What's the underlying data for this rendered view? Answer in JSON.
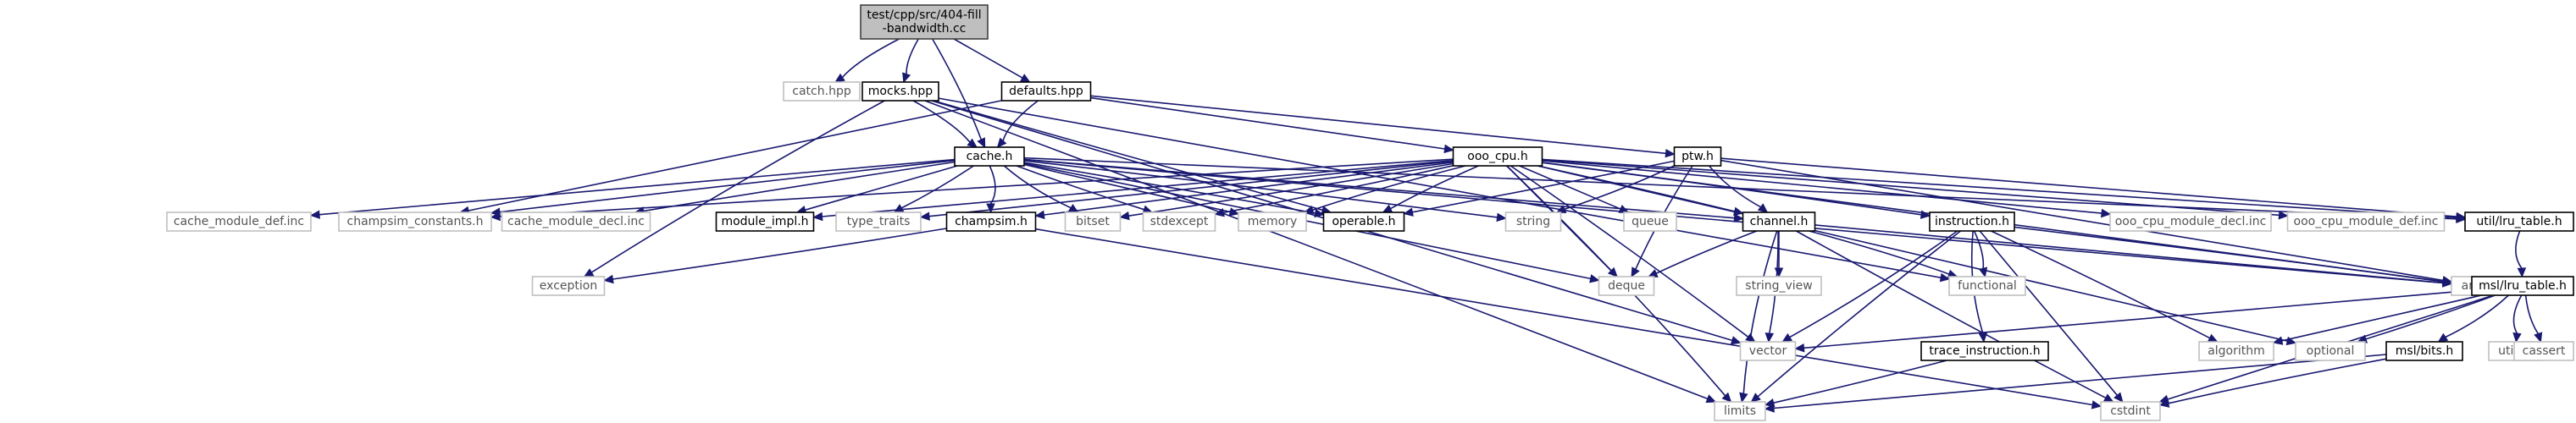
{
  "graph": {
    "nodes": [
      {
        "id": "root",
        "label": [
          "test/cpp/src/404-fill",
          "-bandwidth.cc"
        ],
        "kind": "root"
      },
      {
        "id": "catch",
        "label": [
          "catch.hpp"
        ],
        "kind": "ext"
      },
      {
        "id": "mocks",
        "label": [
          "mocks.hpp"
        ],
        "kind": "linked"
      },
      {
        "id": "defaults",
        "label": [
          "defaults.hpp"
        ],
        "kind": "linked"
      },
      {
        "id": "cache",
        "label": [
          "cache.h"
        ],
        "kind": "linked"
      },
      {
        "id": "ooo",
        "label": [
          "ooo_cpu.h"
        ],
        "kind": "linked"
      },
      {
        "id": "ptw",
        "label": [
          "ptw.h"
        ],
        "kind": "linked"
      },
      {
        "id": "cache_def",
        "label": [
          "cache_module_def.inc"
        ],
        "kind": "ext"
      },
      {
        "id": "champsim_const",
        "label": [
          "champsim_constants.h"
        ],
        "kind": "ext"
      },
      {
        "id": "cache_decl",
        "label": [
          "cache_module_decl.inc"
        ],
        "kind": "ext"
      },
      {
        "id": "module_impl",
        "label": [
          "module_impl.h"
        ],
        "kind": "linked"
      },
      {
        "id": "type_traits",
        "label": [
          "type_traits"
        ],
        "kind": "ext"
      },
      {
        "id": "champsim",
        "label": [
          "champsim.h"
        ],
        "kind": "linked"
      },
      {
        "id": "bitset",
        "label": [
          "bitset"
        ],
        "kind": "ext"
      },
      {
        "id": "stdexcept",
        "label": [
          "stdexcept"
        ],
        "kind": "ext"
      },
      {
        "id": "memory",
        "label": [
          "memory"
        ],
        "kind": "ext"
      },
      {
        "id": "operable",
        "label": [
          "operable.h"
        ],
        "kind": "linked"
      },
      {
        "id": "string",
        "label": [
          "string"
        ],
        "kind": "ext"
      },
      {
        "id": "queue",
        "label": [
          "queue"
        ],
        "kind": "ext"
      },
      {
        "id": "channel",
        "label": [
          "channel.h"
        ],
        "kind": "linked"
      },
      {
        "id": "instruction",
        "label": [
          "instruction.h"
        ],
        "kind": "linked"
      },
      {
        "id": "ooo_decl",
        "label": [
          "ooo_cpu_module_decl.inc"
        ],
        "kind": "ext"
      },
      {
        "id": "ooo_def",
        "label": [
          "ooo_cpu_module_def.inc"
        ],
        "kind": "ext"
      },
      {
        "id": "util_lru",
        "label": [
          "util/lru_table.h"
        ],
        "kind": "linked"
      },
      {
        "id": "exception",
        "label": [
          "exception"
        ],
        "kind": "ext"
      },
      {
        "id": "deque",
        "label": [
          "deque"
        ],
        "kind": "ext"
      },
      {
        "id": "string_view",
        "label": [
          "string_view"
        ],
        "kind": "ext"
      },
      {
        "id": "functional",
        "label": [
          "functional"
        ],
        "kind": "ext"
      },
      {
        "id": "array",
        "label": [
          "array"
        ],
        "kind": "ext"
      },
      {
        "id": "msl_lru",
        "label": [
          "msl/lru_table.h"
        ],
        "kind": "linked"
      },
      {
        "id": "vector",
        "label": [
          "vector"
        ],
        "kind": "ext"
      },
      {
        "id": "trace_instr",
        "label": [
          "trace_instruction.h"
        ],
        "kind": "linked"
      },
      {
        "id": "algorithm",
        "label": [
          "algorithm"
        ],
        "kind": "ext"
      },
      {
        "id": "optional",
        "label": [
          "optional"
        ],
        "kind": "ext"
      },
      {
        "id": "msl_bits",
        "label": [
          "msl/bits.h"
        ],
        "kind": "linked"
      },
      {
        "id": "utility",
        "label": [
          "utility"
        ],
        "kind": "ext"
      },
      {
        "id": "cassert",
        "label": [
          "cassert"
        ],
        "kind": "ext"
      },
      {
        "id": "limits",
        "label": [
          "limits"
        ],
        "kind": "ext"
      },
      {
        "id": "cstdint",
        "label": [
          "cstdint"
        ],
        "kind": "ext"
      }
    ],
    "edges": [
      [
        "root",
        "catch"
      ],
      [
        "root",
        "mocks"
      ],
      [
        "root",
        "defaults"
      ],
      [
        "root",
        "cache"
      ],
      [
        "mocks",
        "cache"
      ],
      [
        "mocks",
        "exception"
      ],
      [
        "mocks",
        "operable"
      ],
      [
        "mocks",
        "vector"
      ],
      [
        "mocks",
        "limits"
      ],
      [
        "mocks",
        "functional"
      ],
      [
        "defaults",
        "cache"
      ],
      [
        "defaults",
        "ooo"
      ],
      [
        "defaults",
        "ptw"
      ],
      [
        "defaults",
        "champsim_const"
      ],
      [
        "cache",
        "cache_def"
      ],
      [
        "cache",
        "champsim_const"
      ],
      [
        "cache",
        "cache_decl"
      ],
      [
        "cache",
        "module_impl"
      ],
      [
        "cache",
        "type_traits"
      ],
      [
        "cache",
        "champsim"
      ],
      [
        "cache",
        "bitset"
      ],
      [
        "cache",
        "stdexcept"
      ],
      [
        "cache",
        "memory"
      ],
      [
        "cache",
        "operable"
      ],
      [
        "cache",
        "string"
      ],
      [
        "cache",
        "channel"
      ],
      [
        "cache",
        "deque"
      ],
      [
        "cache",
        "array"
      ],
      [
        "cache",
        "util_lru"
      ],
      [
        "ooo",
        "champsim_const"
      ],
      [
        "ooo",
        "module_impl"
      ],
      [
        "ooo",
        "type_traits"
      ],
      [
        "ooo",
        "champsim"
      ],
      [
        "ooo",
        "bitset"
      ],
      [
        "ooo",
        "stdexcept"
      ],
      [
        "ooo",
        "memory"
      ],
      [
        "ooo",
        "operable"
      ],
      [
        "ooo",
        "queue"
      ],
      [
        "ooo",
        "channel"
      ],
      [
        "ooo",
        "instruction"
      ],
      [
        "ooo",
        "ooo_decl"
      ],
      [
        "ooo",
        "ooo_def"
      ],
      [
        "ooo",
        "deque"
      ],
      [
        "ooo",
        "vector"
      ],
      [
        "ooo",
        "limits"
      ],
      [
        "ooo",
        "array"
      ],
      [
        "ooo",
        "optional"
      ],
      [
        "ooo",
        "util_lru"
      ],
      [
        "ptw",
        "operable"
      ],
      [
        "ptw",
        "string"
      ],
      [
        "ptw",
        "channel"
      ],
      [
        "ptw",
        "deque"
      ],
      [
        "ptw",
        "array"
      ],
      [
        "ptw",
        "util_lru"
      ],
      [
        "champsim",
        "exception"
      ],
      [
        "champsim",
        "cstdint"
      ],
      [
        "channel",
        "deque"
      ],
      [
        "channel",
        "string_view"
      ],
      [
        "channel",
        "vector"
      ],
      [
        "channel",
        "functional"
      ],
      [
        "channel",
        "limits"
      ],
      [
        "channel",
        "cstdint"
      ],
      [
        "channel",
        "array"
      ],
      [
        "instruction",
        "functional"
      ],
      [
        "instruction",
        "vector"
      ],
      [
        "instruction",
        "trace_instr"
      ],
      [
        "instruction",
        "limits"
      ],
      [
        "instruction",
        "cstdint"
      ],
      [
        "instruction",
        "algorithm"
      ],
      [
        "instruction",
        "array"
      ],
      [
        "util_lru",
        "msl_lru"
      ],
      [
        "msl_lru",
        "vector"
      ],
      [
        "msl_lru",
        "algorithm"
      ],
      [
        "msl_lru",
        "optional"
      ],
      [
        "msl_lru",
        "msl_bits"
      ],
      [
        "msl_lru",
        "utility"
      ],
      [
        "msl_lru",
        "cassert"
      ],
      [
        "msl_lru",
        "cstdint"
      ],
      [
        "trace_instr",
        "limits"
      ],
      [
        "msl_bits",
        "limits"
      ],
      [
        "msl_bits",
        "cstdint"
      ]
    ]
  }
}
